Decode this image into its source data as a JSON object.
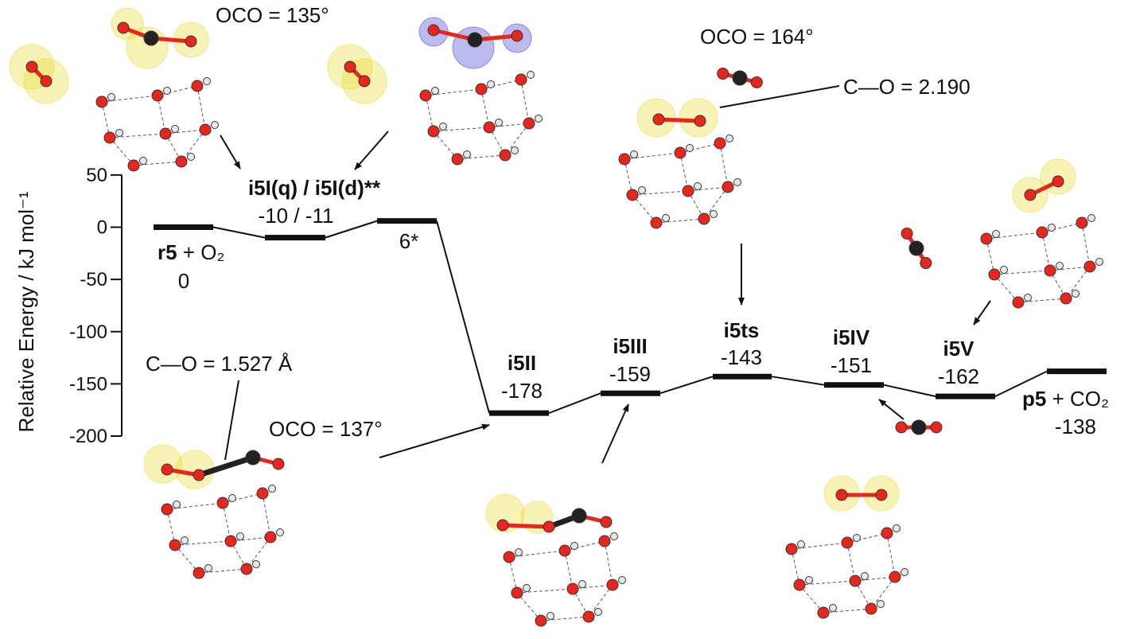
{
  "chart_data": {
    "type": "energy-profile",
    "ylabel": "Relative Energy / kJ mol⁻¹",
    "ylim": [
      -200,
      50
    ],
    "yticks": [
      50,
      0,
      -50,
      -100,
      -150,
      -200
    ],
    "grid": false,
    "levels": [
      {
        "id": "r5",
        "name_bold": "r5",
        "name_rest": " + O₂",
        "value_label": "0",
        "value": 0
      },
      {
        "id": "i5I",
        "name_bold": "i5I(q) / i5I(d)**",
        "name_rest": "",
        "value_label": "-10 / -11",
        "value": -10
      },
      {
        "id": "ts6",
        "name_bold": "",
        "name_rest": "6*",
        "value_label": "",
        "value": 6
      },
      {
        "id": "i5II",
        "name_bold": "i5II",
        "name_rest": "",
        "value_label": "-178",
        "value": -178
      },
      {
        "id": "i5III",
        "name_bold": "i5III",
        "name_rest": "",
        "value_label": "-159",
        "value": -159
      },
      {
        "id": "i5ts",
        "name_bold": "i5ts",
        "name_rest": "",
        "value_label": "-143",
        "value": -143
      },
      {
        "id": "i5IV",
        "name_bold": "i5IV",
        "name_rest": "",
        "value_label": "-151",
        "value": -151
      },
      {
        "id": "i5V",
        "name_bold": "i5V",
        "name_rest": "",
        "value_label": "-162",
        "value": -162
      },
      {
        "id": "p5",
        "name_bold": "p5",
        "name_rest": " + CO₂",
        "value_label": "-138",
        "value": -138
      }
    ],
    "annotations": [
      "OCO = 135°",
      "OCO = 164°",
      "C—O = 2.190",
      "C—O = 1.527 Å",
      "OCO = 137°"
    ]
  }
}
